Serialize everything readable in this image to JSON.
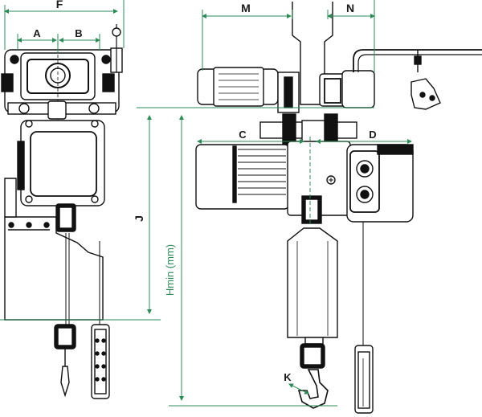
{
  "dimensions": {
    "F": "F",
    "A": "A",
    "B": "B",
    "M": "M",
    "N": "N",
    "C": "C",
    "D": "D",
    "J": "J",
    "K": "K",
    "hmin": "Hmin (mm)"
  },
  "colors": {
    "dimension_line": "#2e8b57",
    "outline": "#111111",
    "fill_dark": "#222222",
    "fill_light": "#ffffff"
  }
}
